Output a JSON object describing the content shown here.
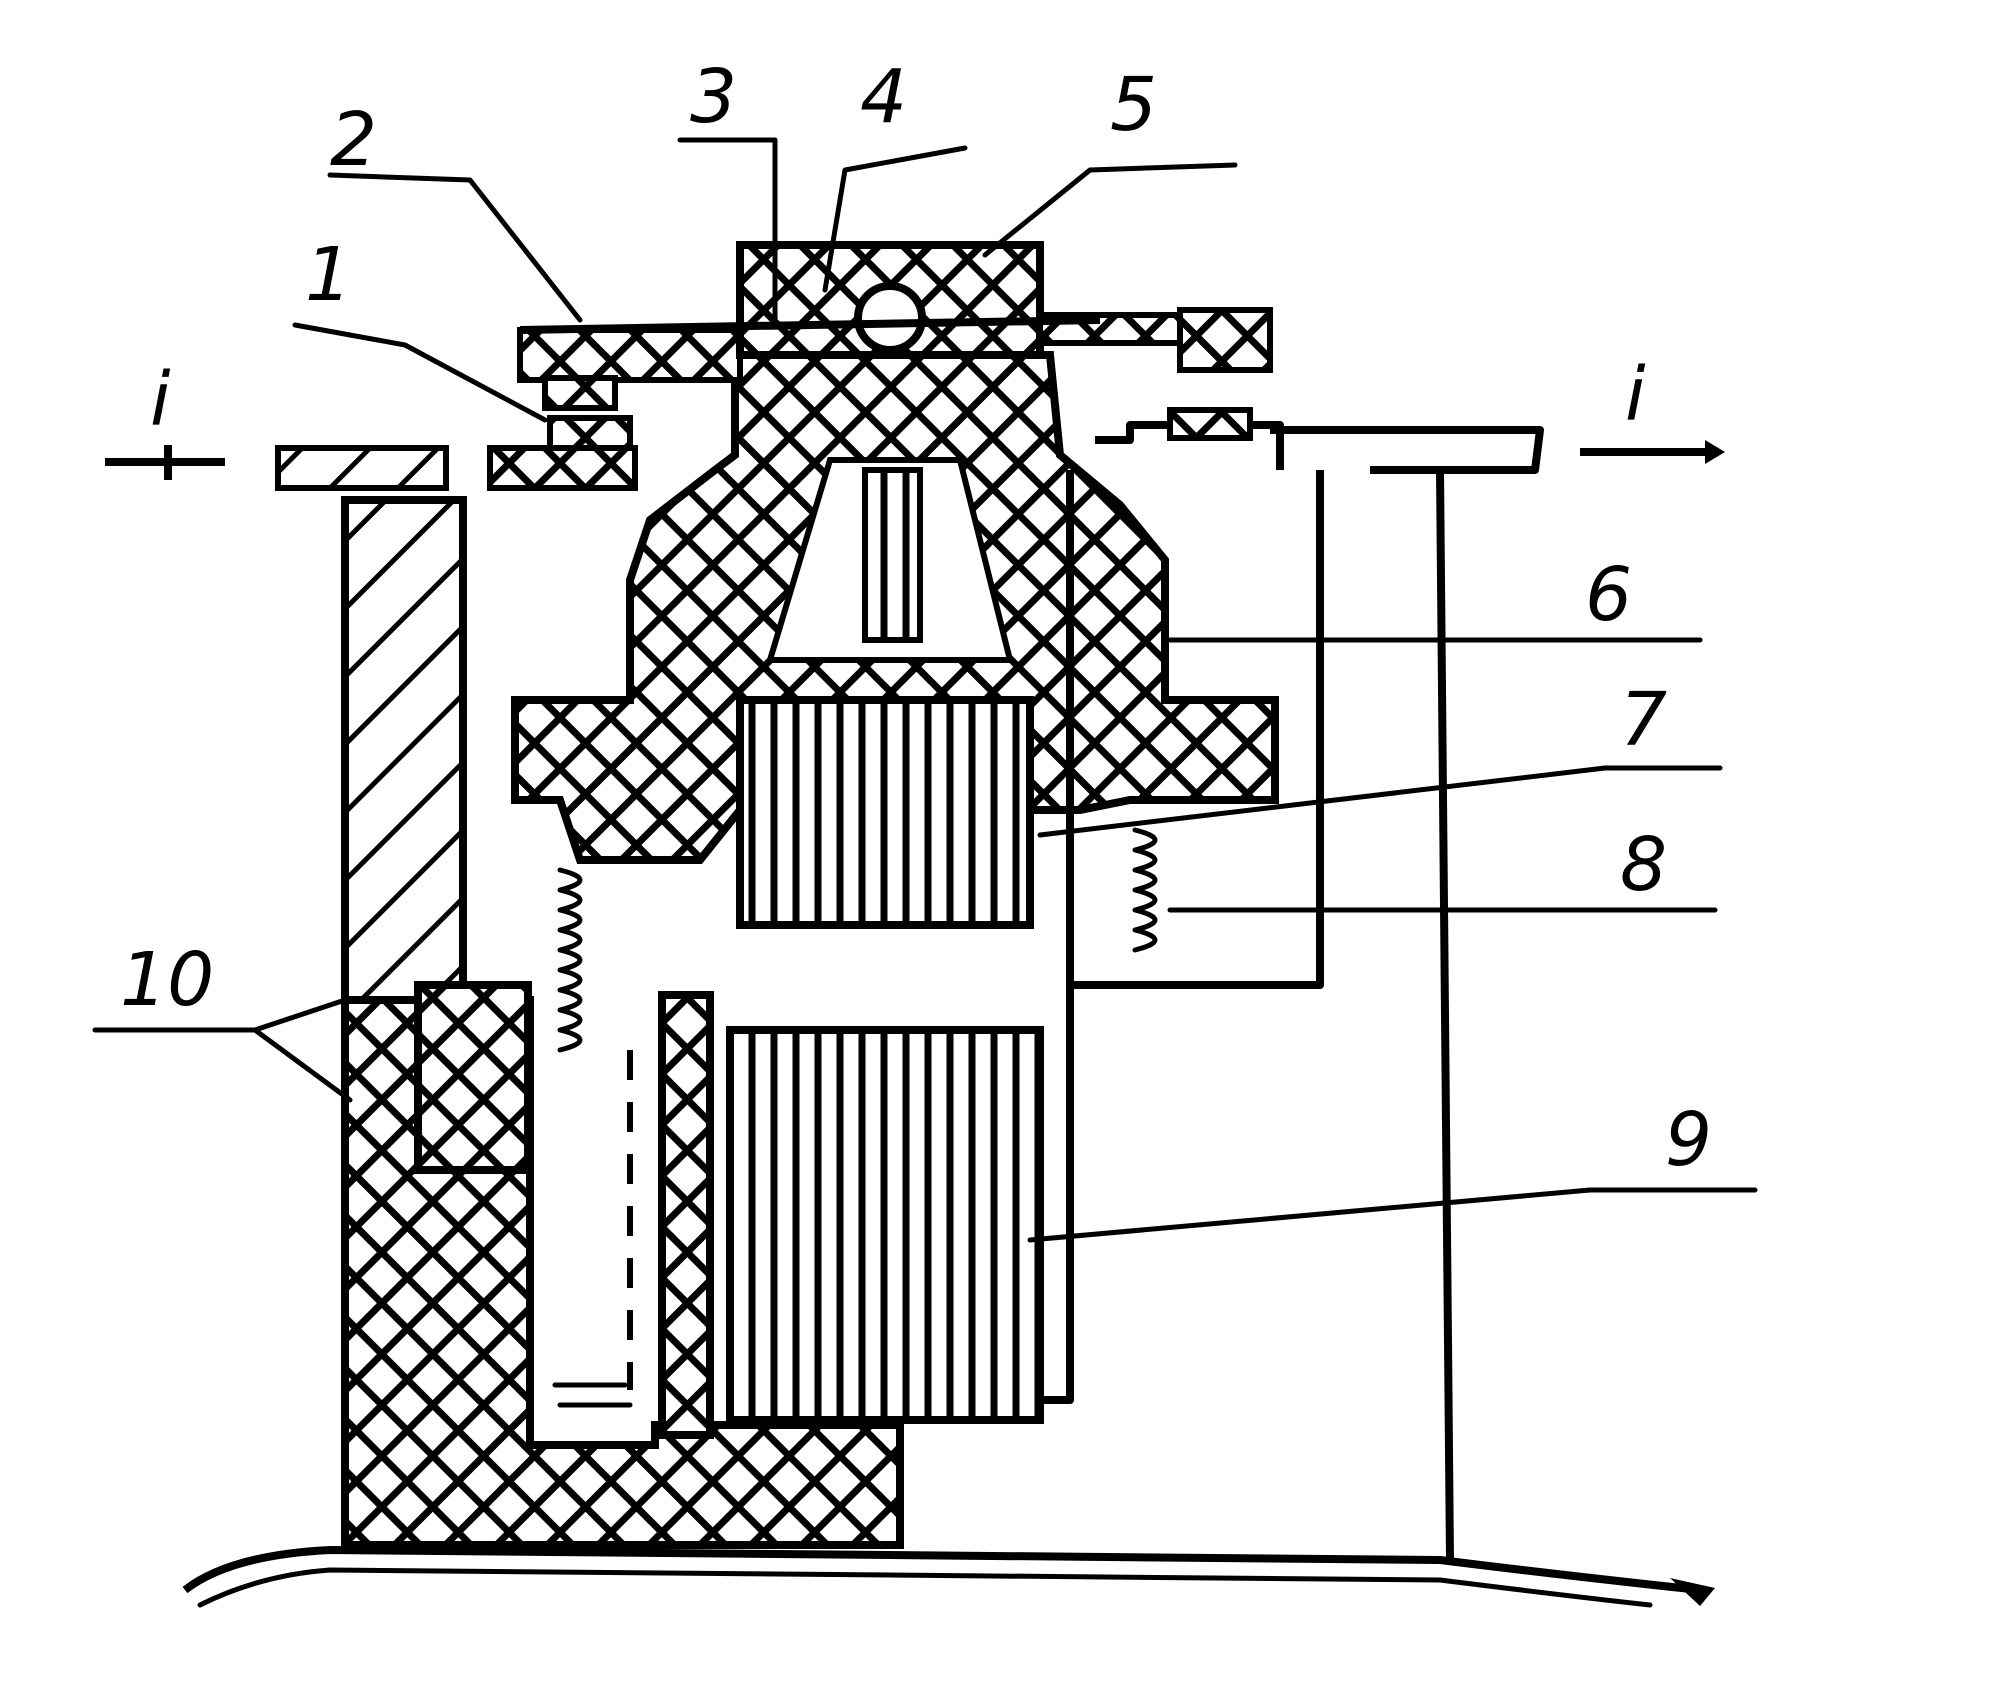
{
  "labels": {
    "l1": "1",
    "l2": "2",
    "l3": "3",
    "l4": "4",
    "l5": "5",
    "l6": "6",
    "l7": "7",
    "l8": "8",
    "l9": "9",
    "l10": "10",
    "section_left": "i",
    "section_right": "i"
  }
}
